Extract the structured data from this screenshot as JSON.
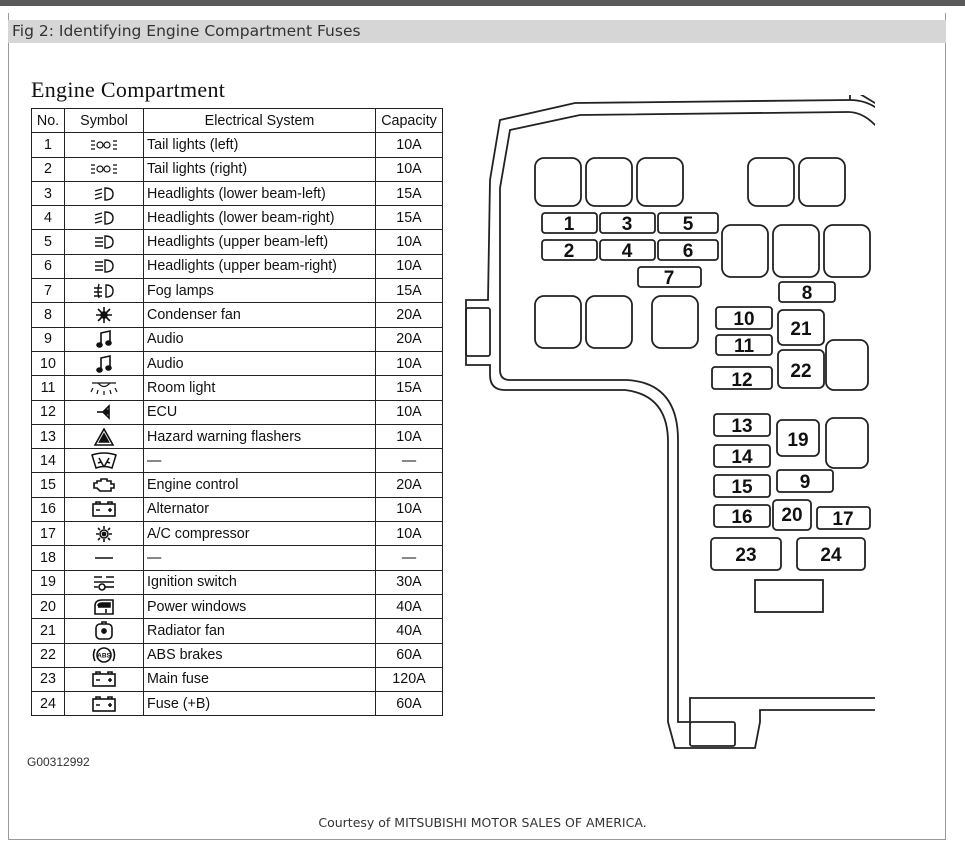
{
  "caption": "Fig 2: Identifying Engine Compartment Fuses",
  "heading": "Engine Compartment",
  "table": {
    "headers": {
      "no": "No.",
      "symbol": "Symbol",
      "system": "Electrical System",
      "capacity": "Capacity"
    },
    "rows": [
      {
        "no": "1",
        "icon": "tail-light-icon",
        "system": "Tail lights (left)",
        "capacity": "10A"
      },
      {
        "no": "2",
        "icon": "tail-light-icon",
        "system": "Tail lights (right)",
        "capacity": "10A"
      },
      {
        "no": "3",
        "icon": "low-beam-icon",
        "system": "Headlights (lower beam-left)",
        "capacity": "15A"
      },
      {
        "no": "4",
        "icon": "low-beam-icon",
        "system": "Headlights (lower beam-right)",
        "capacity": "15A"
      },
      {
        "no": "5",
        "icon": "high-beam-icon",
        "system": "Headlights (upper beam-left)",
        "capacity": "10A"
      },
      {
        "no": "6",
        "icon": "high-beam-icon",
        "system": "Headlights (upper beam-right)",
        "capacity": "10A"
      },
      {
        "no": "7",
        "icon": "fog-lamp-icon",
        "system": "Fog lamps",
        "capacity": "15A"
      },
      {
        "no": "8",
        "icon": "condenser-fan-icon",
        "system": "Condenser fan",
        "capacity": "20A"
      },
      {
        "no": "9",
        "icon": "audio-icon",
        "system": "Audio",
        "capacity": "20A"
      },
      {
        "no": "10",
        "icon": "audio-icon",
        "system": "Audio",
        "capacity": "10A"
      },
      {
        "no": "11",
        "icon": "room-light-icon",
        "system": "Room light",
        "capacity": "15A"
      },
      {
        "no": "12",
        "icon": "ecu-icon",
        "system": "ECU",
        "capacity": "10A"
      },
      {
        "no": "13",
        "icon": "hazard-icon",
        "system": "Hazard warning flashers",
        "capacity": "10A"
      },
      {
        "no": "14",
        "icon": "wiper-icon",
        "system": "—",
        "capacity": "—"
      },
      {
        "no": "15",
        "icon": "engine-control-icon",
        "system": "Engine control",
        "capacity": "20A"
      },
      {
        "no": "16",
        "icon": "battery-icon",
        "system": "Alternator",
        "capacity": "10A"
      },
      {
        "no": "17",
        "icon": "ac-compressor-icon",
        "system": "A/C compressor",
        "capacity": "10A"
      },
      {
        "no": "18",
        "icon": "dash-icon",
        "system": "—",
        "capacity": "—"
      },
      {
        "no": "19",
        "icon": "ignition-icon",
        "system": "Ignition switch",
        "capacity": "30A"
      },
      {
        "no": "20",
        "icon": "power-window-icon",
        "system": "Power windows",
        "capacity": "40A"
      },
      {
        "no": "21",
        "icon": "radiator-fan-icon",
        "system": "Radiator fan",
        "capacity": "40A"
      },
      {
        "no": "22",
        "icon": "abs-icon",
        "system": "ABS brakes",
        "capacity": "60A"
      },
      {
        "no": "23",
        "icon": "battery-icon",
        "system": "Main fuse",
        "capacity": "120A"
      },
      {
        "no": "24",
        "icon": "battery-icon",
        "system": "Fuse (+B)",
        "capacity": "60A"
      }
    ]
  },
  "abs_label": "ABS",
  "image_code": "G00312992",
  "courtesy": "Courtesy of MITSUBISHI MOTOR SALES OF AMERICA.",
  "fuse_labels": {
    "f1": "1",
    "f2": "2",
    "f3": "3",
    "f4": "4",
    "f5": "5",
    "f6": "6",
    "f7": "7",
    "f8": "8",
    "f9": "9",
    "f10": "10",
    "f11": "11",
    "f12": "12",
    "f13": "13",
    "f14": "14",
    "f15": "15",
    "f16": "16",
    "f17": "17",
    "f19": "19",
    "f20": "20",
    "f21": "21",
    "f22": "22",
    "f23": "23",
    "f24": "24"
  }
}
